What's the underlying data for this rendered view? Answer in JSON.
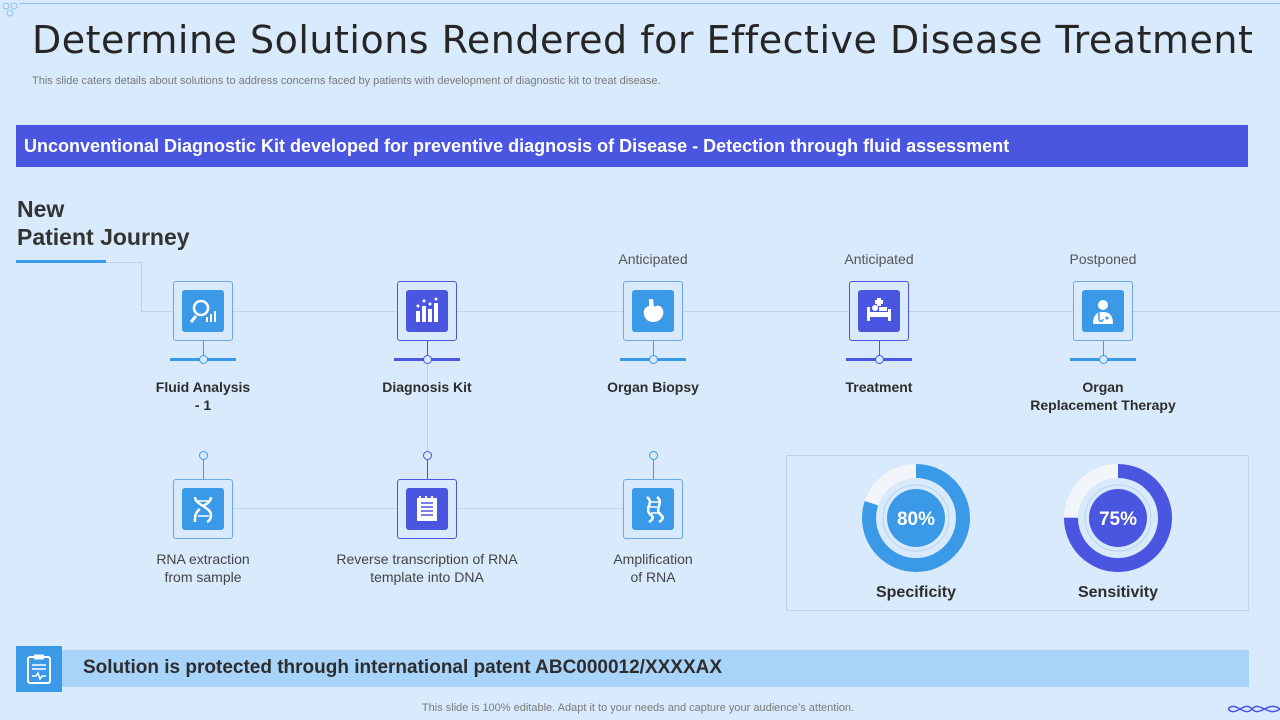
{
  "title": "Determine Solutions Rendered for Effective Disease Treatment",
  "subtitle": "This slide caters details about solutions to address concerns faced by patients with development of diagnostic kit to treat disease.",
  "banner": "Unconventional Diagnostic Kit developed for preventive diagnosis of Disease - Detection through fluid assessment",
  "journey": {
    "line1": "New",
    "line2": "Patient Journey"
  },
  "steps_top": [
    {
      "label_1": "Fluid Analysis",
      "label_2": "- 1",
      "status": "",
      "icon": "search-chart-icon",
      "color": "#3a9ae8"
    },
    {
      "label_1": "Diagnosis Kit",
      "label_2": "",
      "status": "",
      "icon": "bar-chart-icon",
      "color": "#4a55e0"
    },
    {
      "label_1": "Organ Biopsy",
      "label_2": "",
      "status": "Anticipated",
      "icon": "stomach-icon",
      "color": "#3a9ae8"
    },
    {
      "label_1": "Treatment",
      "label_2": "",
      "status": "Anticipated",
      "icon": "hospital-bed-icon",
      "color": "#4a55e0"
    },
    {
      "label_1": "Organ",
      "label_2": "Replacement Therapy",
      "status": "Postponed",
      "icon": "doctor-icon",
      "color": "#3a9ae8"
    }
  ],
  "steps_bottom": [
    {
      "label_1": "RNA extraction",
      "label_2": "from sample",
      "icon": "dna-icon",
      "color": "#3a9ae8"
    },
    {
      "label_1": "Reverse transcription of RNA",
      "label_2": "template into DNA",
      "icon": "document-icon",
      "color": "#4a55e0"
    },
    {
      "label_1": "Amplification",
      "label_2": "of RNA",
      "icon": "dna-strand-icon",
      "color": "#3a9ae8"
    }
  ],
  "metrics": [
    {
      "label": "Specificity",
      "value_text": "80%",
      "value": 0.8,
      "color": "#3a9ae8"
    },
    {
      "label": "Sensitivity",
      "value_text": "75%",
      "value": 0.75,
      "color": "#4a55e0"
    }
  ],
  "patent": "Solution is protected through international patent ABC000012/XXXXAX",
  "footer": "This slide is 100% editable. Adapt it to your needs and capture your audience’s attention."
}
